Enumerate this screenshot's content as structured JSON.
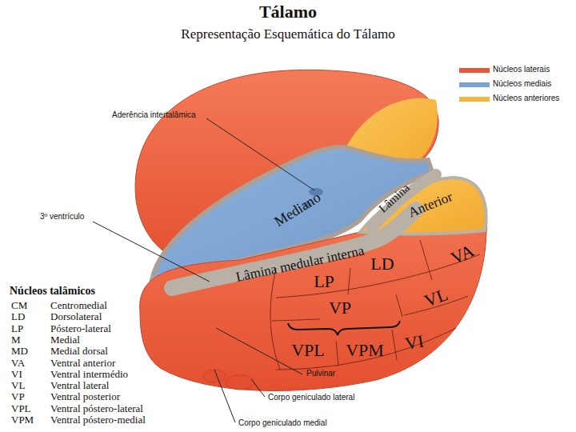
{
  "diagram": {
    "title": "Tálamo",
    "labels": [
      "Representação Esquemática do Tálamo",
      "Aderência intertalâmica",
      "3º ventrículo",
      "Mediano",
      "Lâmina",
      "Anterior",
      "Lâmina medular interna",
      "LD",
      "VA",
      "LP",
      "VP",
      "VL",
      "VPL",
      "VPM",
      "VI",
      "Pulvinar",
      "Corpo geniculado lateral",
      "Corpo geniculado medial",
      "Núcleos talâmicos",
      "CM",
      "Centromedial",
      "LD",
      "Dorsolateral",
      "LP",
      "Póstero-lateral",
      "M",
      "Medial",
      "MD",
      "Medial dorsal",
      "VA",
      "Ventral anterior",
      "VI",
      "Ventral intermédio",
      "VL",
      "Ventral lateral",
      "VP",
      "Ventral posterior",
      "VPL",
      "Ventral póstero-lateral",
      "VPM",
      "Ventral póstero-medial"
    ],
    "legend": [
      {
        "text": "Núcleos laterais",
        "color": "#e8553a"
      },
      {
        "text": "Núcleos mediais",
        "color": "#7aa3d4"
      },
      {
        "text": "Núcleos anteriores",
        "color": "#f5b63e"
      }
    ]
  }
}
